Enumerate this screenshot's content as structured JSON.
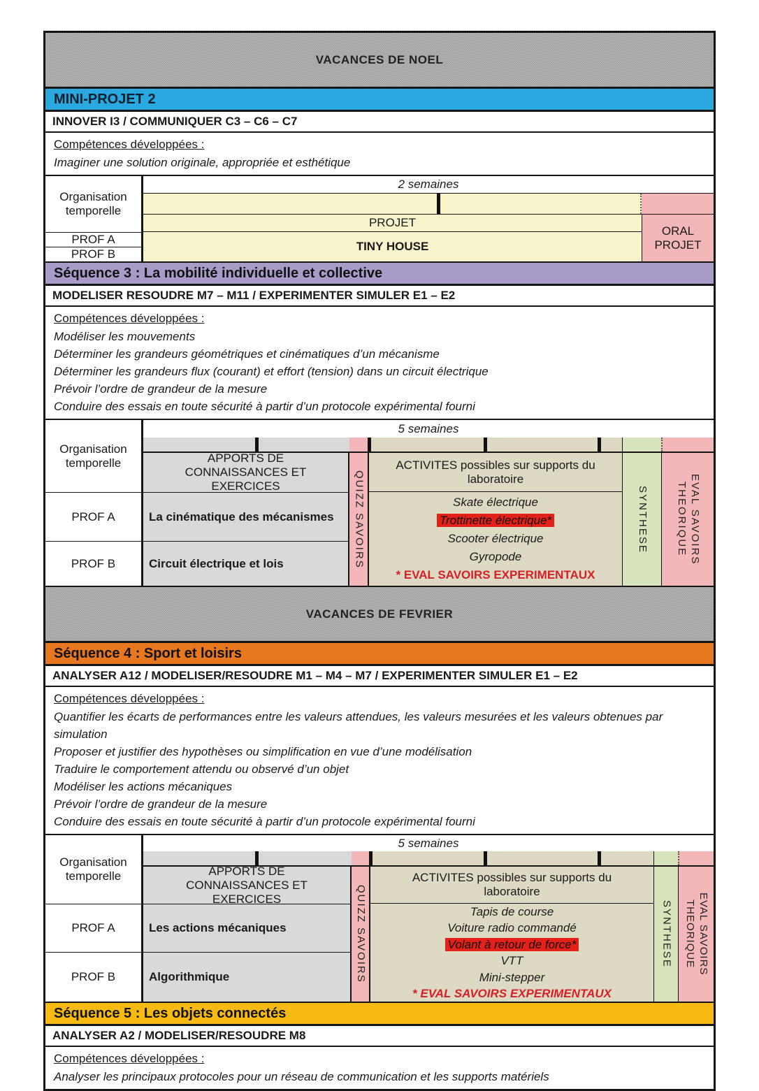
{
  "vacances_noel": {
    "label": "VACANCES DE NOEL"
  },
  "vacances_fevrier": {
    "label": "VACANCES DE FEVRIER"
  },
  "mini_projet": {
    "title": "MINI-PROJET 2",
    "skills_header": "INNOVER I3 / COMMUNIQUER C3 – C6 – C7",
    "competences_label": "Compétences développées :",
    "competences": [
      "Imaginer une solution originale, appropriée et esthétique"
    ],
    "table": {
      "org_label": "Organisation temporelle",
      "duration": "2 semaines",
      "prof_a": "PROF A",
      "prof_b": "PROF B",
      "projet": "PROJET",
      "project_name": "TINY HOUSE",
      "oral": "ORAL PROJET"
    }
  },
  "sequence3": {
    "title": "Séquence 3 : La mobilité individuelle et collective",
    "skills_header": "MODELISER RESOUDRE M7 – M11 / EXPERIMENTER SIMULER E1 – E2",
    "competences_label": "Compétences développées :",
    "competences": [
      "Modéliser les mouvements",
      "Déterminer les grandeurs géométriques et cinématiques d’un mécanisme",
      "Déterminer les grandeurs flux (courant) et effort (tension) dans un circuit électrique",
      "Prévoir l’ordre de grandeur de la mesure",
      "Conduire des essais en toute sécurité à partir d’un protocole expérimental fourni"
    ],
    "table": {
      "org_label": "Organisation temporelle",
      "duration": "5 semaines",
      "prof_a": "PROF A",
      "prof_b": "PROF B",
      "apports_header": "APPORTS DE CONNAISSANCES ET EXERCICES",
      "quizz": "QUIZZ SAVOIRS",
      "activites_header": "ACTIVITES possibles sur supports du laboratoire",
      "synthese": "SYNTHESE",
      "eval_line1": "EVAL SAVOIRS",
      "eval_line2": "THEORIQUE",
      "prof_a_topic": "La cinématique des mécanismes",
      "prof_b_topic": "Circuit électrique et lois",
      "activities": [
        "Skate électrique",
        "Trottinette électrique*",
        "Scooter électrique",
        "Gyropode"
      ],
      "eval_exp": "* EVAL SAVOIRS EXPERIMENTAUX"
    }
  },
  "sequence4": {
    "title": "Séquence 4 : Sport et loisirs",
    "skills_header": "ANALYSER A12 / MODELISER/RESOUDRE M1 – M4  – M7 / EXPERIMENTER SIMULER E1 – E2",
    "competences_label": "Compétences développées :",
    "competences": [
      "Quantifier les écarts de performances entre les valeurs attendues, les valeurs mesurées et les valeurs obtenues par simulation",
      "Proposer et justifier des hypothèses ou simplification en vue d’une modélisation",
      "Traduire le comportement attendu ou observé d’un objet",
      "Modéliser les actions mécaniques",
      "Prévoir l’ordre de grandeur de la mesure",
      "Conduire des essais en toute sécurité à partir d’un protocole expérimental fourni"
    ],
    "table": {
      "org_label": "Organisation temporelle",
      "duration": "5 semaines",
      "prof_a": "PROF A",
      "prof_b": "PROF B",
      "apports_header": "APPORTS DE CONNAISSANCES ET EXERCICES",
      "quizz": "QUIZZ SAVOIRS",
      "activites_header": "ACTIVITES possibles sur supports du laboratoire",
      "synthese": "SYNTHESE",
      "eval_line1": "EVAL SAVOIRS",
      "eval_line2": "THEORIQUE",
      "prof_a_topic": "Les actions mécaniques",
      "prof_b_topic": "Algorithmique",
      "activities": [
        "Tapis de course",
        "Voiture radio commandé",
        "Volant à retour de force*",
        "VTT",
        "Mini-stepper"
      ],
      "eval_exp": "* EVAL SAVOIRS EXPERIMENTAUX"
    }
  },
  "sequence5": {
    "title": "Séquence 5 : Les objets connectés",
    "skills_header": "ANALYSER A2 / MODELISER/RESOUDRE M8",
    "competences_label": "Compétences développées :",
    "competences": [
      "Analyser les principaux protocoles pour un réseau de communication et les supports matériels"
    ]
  },
  "colors": {
    "band_blue": "#2aa9e0",
    "band_purple": "#a89bc8",
    "band_orange": "#e8781f",
    "band_amber": "#f7ba12",
    "vacances_gray": "#aaaaaa",
    "cell_yellow": "#f7f4cb",
    "cell_pink": "#f3b6b9",
    "cell_gray": "#d9d9d9",
    "cell_tan": "#ded9c3",
    "cell_green": "#d7e4bc",
    "highlight_red": "#e32119",
    "eval_text_red": "#d61f26"
  }
}
